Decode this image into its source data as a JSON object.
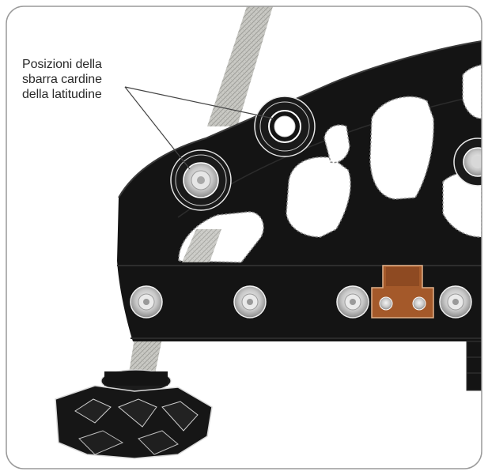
{
  "callout": {
    "lines": [
      "Posizioni della",
      "sbarra cardine",
      "della latitudine"
    ]
  },
  "colors": {
    "body": "#141414",
    "bracket": "#a4592a",
    "strap": "#bdbdb8",
    "frame_border": "#9a9a9a",
    "bolt": "#d8d8d8"
  },
  "icons": {
    "hinge_bolt": "hex-nut-bolt",
    "knob": "locking-knob"
  }
}
